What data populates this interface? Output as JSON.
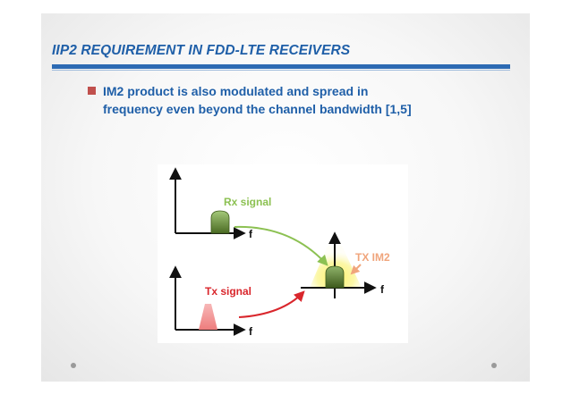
{
  "slide": {
    "title": "IIP2 REQUIREMENT IN FDD-LTE RECEIVERS",
    "bullet": {
      "line1": "IM2 product is also modulated and spread in",
      "line2": "frequency even beyond the channel bandwidth [1,5]"
    }
  },
  "diagram": {
    "rx_label": "Rx signal",
    "tx_label": "Tx signal",
    "im2_label": "TX IM2",
    "f_rx": "f",
    "f_tx": "f",
    "f_out": "f"
  },
  "colors": {
    "title": "#1f5fa8",
    "bullet": "#c0504d",
    "rx": "#8cc152",
    "tx": "#d9262c",
    "im2": "#f0a57c"
  }
}
